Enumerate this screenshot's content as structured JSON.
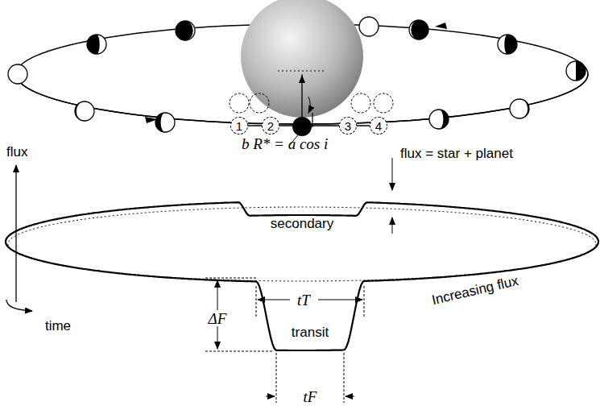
{
  "diagram": {
    "nodes": [
      {
        "text": [
          "1"
        ]
      },
      {
        "text": [
          "2"
        ]
      },
      {
        "text": [
          "3"
        ]
      },
      {
        "text": [
          "4"
        ]
      }
    ],
    "labels": [
      "b R* = a cos i",
      "flux",
      "flux = star + planet",
      "secondary",
      "Increasing flux",
      "tT",
      "ΔF",
      "transit",
      "time",
      "tF"
    ]
  }
}
